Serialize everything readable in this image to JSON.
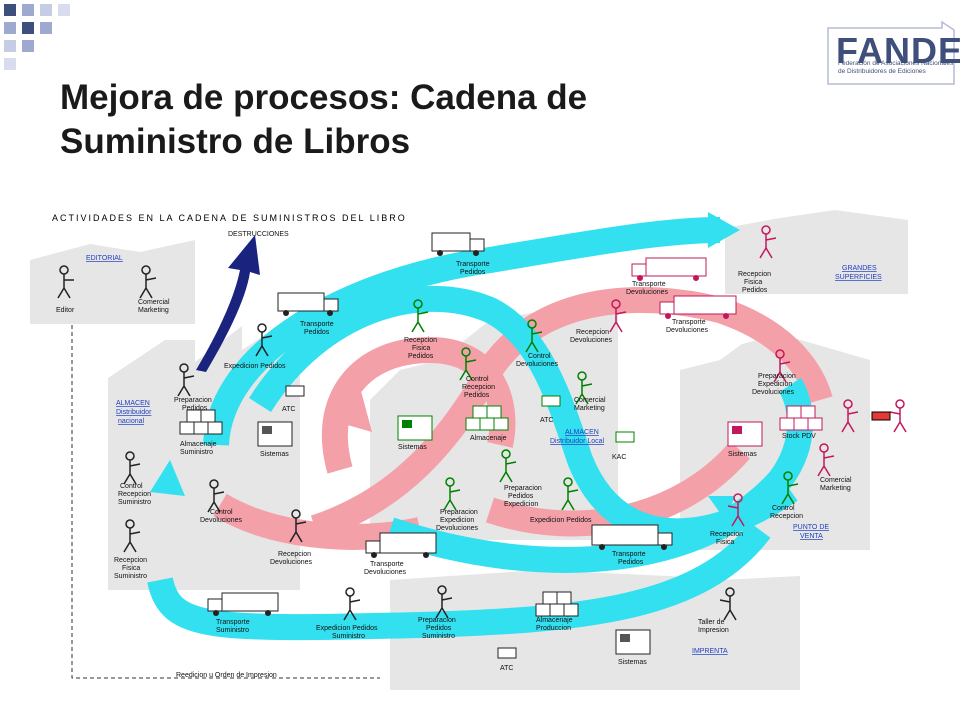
{
  "slide": {
    "title_line1": "Mejora de procesos: Cadena de",
    "title_line2": "Suministro de Libros"
  },
  "logo": {
    "name": "FANDE",
    "subtitle_line1": "Federación de Asociaciones Nacionales",
    "subtitle_line2": "de Distribuidores de Ediciones"
  },
  "colors": {
    "accent_blue": "#3e4f7b",
    "flow_cyan": "#33e0f0",
    "flow_pink": "#f4a0a8",
    "destruction_navy": "#1a237e",
    "zone_gray": "#e6e6e6"
  },
  "diagram": {
    "header": "ACTIVIDADES EN LA CADENA DE SUMINISTROS DEL LIBRO",
    "destrucciones": "DESTRUCCIONES",
    "reedicion": "Reedicion u Orden de Impresion",
    "zones": {
      "editorial": "EDITORIAL",
      "almacen_nacional_1": "ALMACEN",
      "almacen_nacional_2": "Distribuidor",
      "almacen_nacional_3": "nacional",
      "almacen_local_1": "ALMACEN",
      "almacen_local_2": "Distribuidor Local",
      "grandes_1": "GRANDES",
      "grandes_2": "SUPERFICIES",
      "punto_1": "PUNTO DE",
      "punto_2": "VENTA",
      "imprenta": "IMPRENTA"
    },
    "labels": {
      "editor": "Editor",
      "comercial_marketing_ed_1": "Comercial",
      "comercial_marketing_ed_2": "Marketing",
      "transporte_pedidos_top_1": "Transporte",
      "transporte_pedidos_top_2": "Pedidos",
      "transporte_pedidos_mid_1": "Transporte",
      "transporte_pedidos_mid_2": "Pedidos",
      "expedicion_pedidos_nat": "Expedicion Pedidos",
      "atc_nat": "ATC",
      "preparacion_pedidos_nat_1": "Preparacion",
      "preparacion_pedidos_nat_2": "Pedidos",
      "almacenaje_suministro_1": "Almacenaje",
      "almacenaje_suministro_2": "Suministro",
      "sistemas_nat": "Sistemas",
      "control_recepcion_sum_1": "Control",
      "control_recepcion_sum_2": "Recepcion",
      "control_recepcion_sum_3": "Suministro",
      "control_devoluciones_nat_1": "Control",
      "control_devoluciones_nat_2": "Devoluciones",
      "recepcion_devoluciones_nat_1": "Recepcion",
      "recepcion_devoluciones_nat_2": "Devoluciones",
      "transporte_devoluciones_bot_1": "Transporte",
      "transporte_devoluciones_bot_2": "Devoluciones",
      "recepcion_fisica_sum_1": "Recepcion",
      "recepcion_fisica_sum_2": "Fisica",
      "recepcion_fisica_sum_3": "Suministro",
      "transporte_suministro_1": "Transporte",
      "transporte_suministro_2": "Suministro",
      "expedicion_pedidos_sum_1": "Expedicion Pedidos",
      "expedicion_pedidos_sum_2": "Suministro",
      "preparacion_pedidos_sum_1": "Preparacion",
      "preparacion_pedidos_sum_2": "Pedidos",
      "preparacion_pedidos_sum_3": "Suministro",
      "almacenaje_produccion_1": "Almacenaje",
      "almacenaje_produccion_2": "Produccion",
      "atc_imp": "ATC",
      "sistemas_imp": "Sistemas",
      "taller_impresion_1": "Taller de",
      "taller_impresion_2": "Impresion",
      "recepcion_fisica_pedidos_loc_1": "Recepcion",
      "recepcion_fisica_pedidos_loc_2": "Fisica",
      "recepcion_fisica_pedidos_loc_3": "Pedidos",
      "control_recepcion_pedidos_1": "Control",
      "control_recepcion_pedidos_2": "Recepcion",
      "control_recepcion_pedidos_3": "Pedidos",
      "almacenaje_loc": "Almacenaje",
      "sistemas_loc": "Sistemas",
      "control_devoluciones_loc_1": "Control",
      "control_devoluciones_loc_2": "Devoluciones",
      "recepcion_devoluciones_loc_1": "Recepcion",
      "recepcion_devoluciones_loc_2": "Devoluciones",
      "comercial_marketing_loc_1": "Comercial",
      "comercial_marketing_loc_2": "Marketing",
      "atc_loc": "ATC",
      "kac": "KAC",
      "preparacion_pedidos_exp_1": "Preparacion",
      "preparacion_pedidos_exp_2": "Pedidos",
      "preparacion_pedidos_exp_3": "Expedicion",
      "preparacion_expedicion_dev_loc_1": "Preparacion",
      "preparacion_expedicion_dev_loc_2": "Expedicion",
      "preparacion_expedicion_dev_loc_3": "Devoluciones",
      "expedicion_pedidos_loc": "Expedicion Pedidos",
      "transporte_pedidos_bot_1": "Transporte",
      "transporte_pedidos_bot_2": "Pedidos",
      "transporte_devoluciones_top_1": "Transporte",
      "transporte_devoluciones_top_2": "Devoluciones",
      "transporte_devoluciones_mid_1": "Transporte",
      "transporte_devoluciones_mid_2": "Devoluciones",
      "recepcion_fisica_pedidos_gs_1": "Recepcion",
      "recepcion_fisica_pedidos_gs_2": "Fisica",
      "recepcion_fisica_pedidos_gs_3": "Pedidos",
      "preparacion_expedicion_dev_pv_1": "Preparacion",
      "preparacion_expedicion_dev_pv_2": "Expedicion",
      "preparacion_expedicion_dev_pv_3": "Devoluciones",
      "stock_pdv": "Stock PDV",
      "sistemas_pv": "Sistemas",
      "comercial_marketing_pv_1": "Comercial",
      "comercial_marketing_pv_2": "Marketing",
      "control_recepcion_pv_1": "Control",
      "control_recepcion_pv_2": "Recepcion",
      "recepcion_fisica_pv_1": "Recepcion",
      "recepcion_fisica_pv_2": "Fisica"
    }
  }
}
